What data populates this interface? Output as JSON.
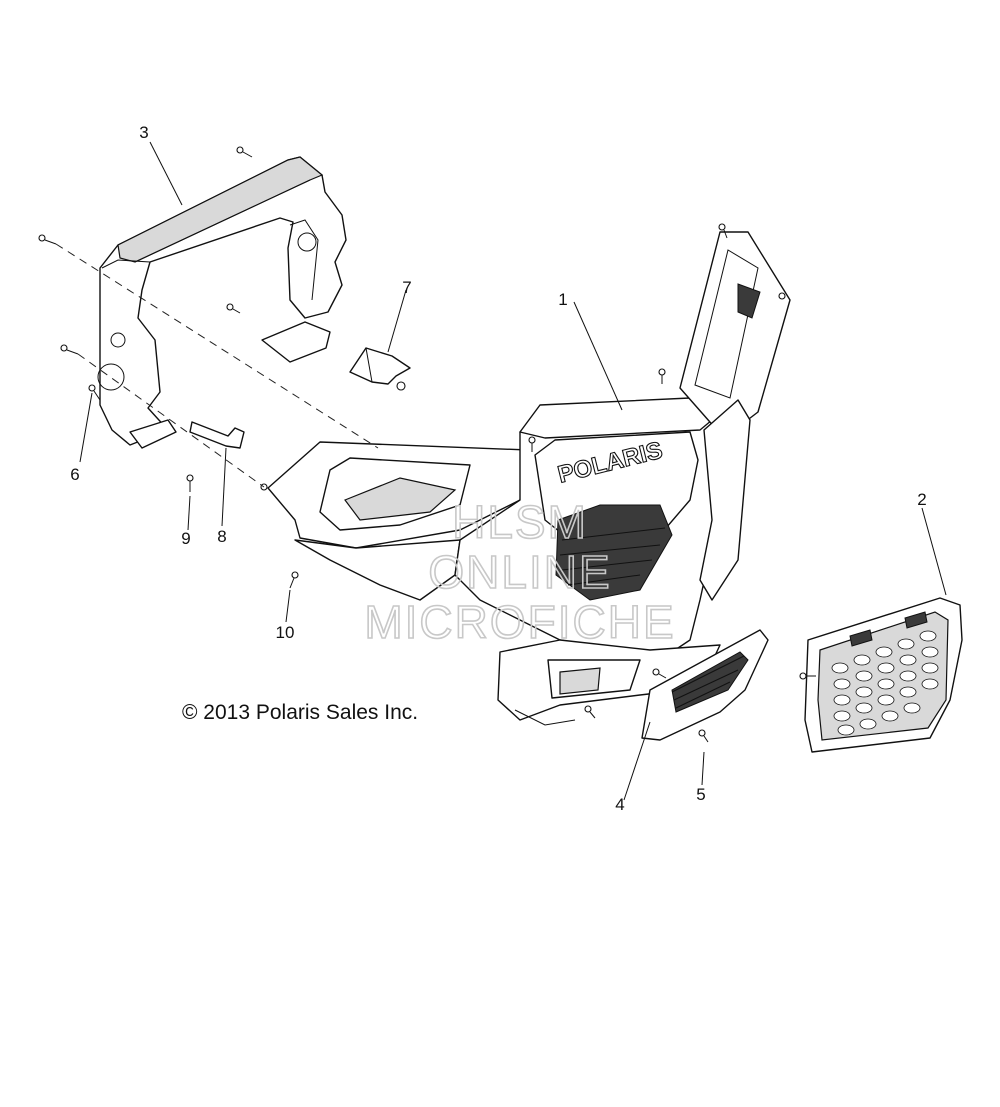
{
  "diagram": {
    "copyright": "© 2013 Polaris Sales Inc.",
    "watermark": [
      "HLSM",
      "ONLINE",
      "MICROFICHE"
    ],
    "bumper_logo": "POLARIS",
    "callouts": [
      {
        "id": "1",
        "label": "1"
      },
      {
        "id": "2",
        "label": "2"
      },
      {
        "id": "3",
        "label": "3"
      },
      {
        "id": "4",
        "label": "4"
      },
      {
        "id": "5",
        "label": "5"
      },
      {
        "id": "6",
        "label": "6"
      },
      {
        "id": "7",
        "label": "7"
      },
      {
        "id": "8",
        "label": "8"
      },
      {
        "id": "9",
        "label": "9"
      },
      {
        "id": "10",
        "label": "10"
      }
    ]
  }
}
